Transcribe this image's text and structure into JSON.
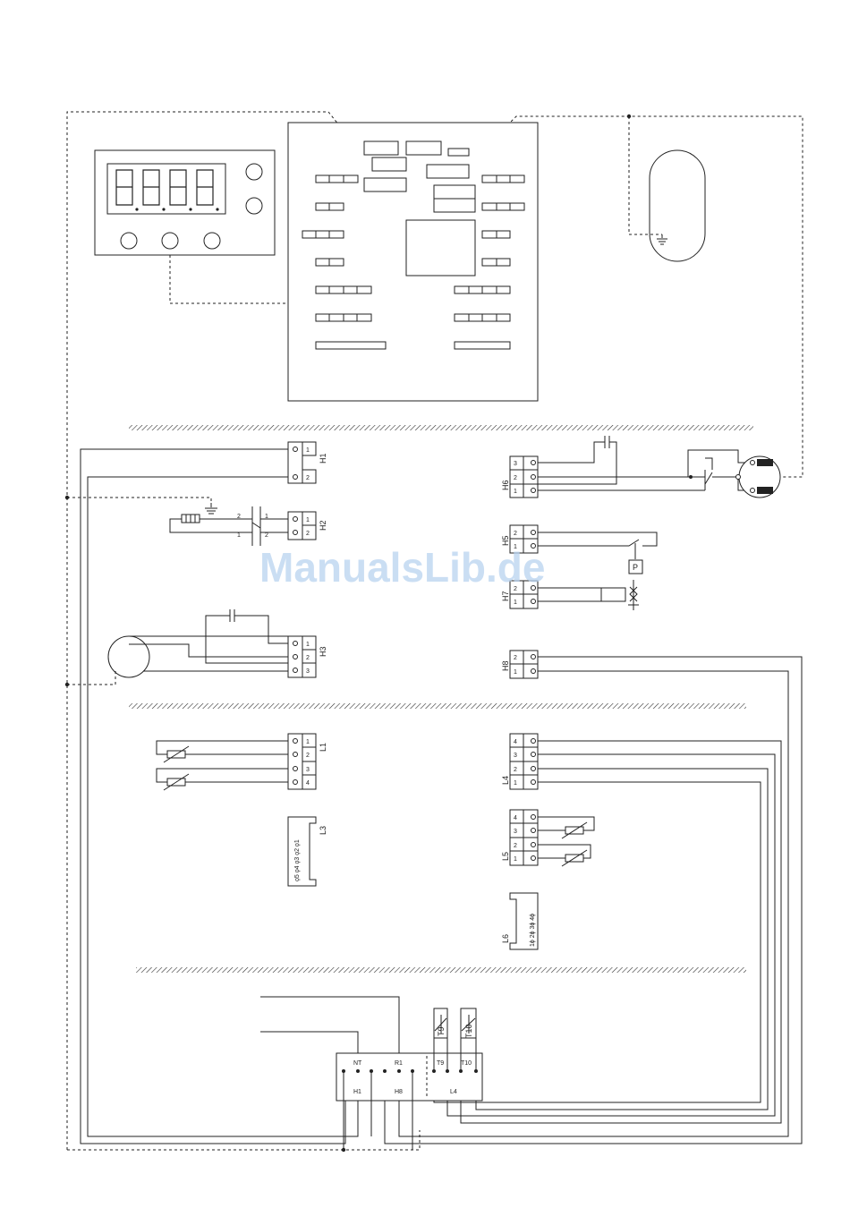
{
  "watermark": "ManualsLib.de",
  "connectors": {
    "H1": {
      "label": "H1",
      "pins": [
        "1",
        "2"
      ]
    },
    "H2": {
      "label": "H2",
      "pins": [
        "1",
        "2"
      ]
    },
    "H3": {
      "label": "H3",
      "pins": [
        "1",
        "2",
        "3"
      ]
    },
    "H5": {
      "label": "H5",
      "pins": [
        "2",
        "1"
      ]
    },
    "H6": {
      "label": "H6",
      "pins": [
        "3",
        "2",
        "1"
      ]
    },
    "H7": {
      "label": "H7",
      "pins": [
        "2",
        "1"
      ]
    },
    "H8": {
      "label": "H8",
      "pins": [
        "2",
        "1"
      ]
    },
    "L1": {
      "label": "L1",
      "pins": [
        "1",
        "2",
        "3",
        "4"
      ]
    },
    "L3": {
      "label": "L3",
      "pins": "ϙ5 ϙ4 ϙ3 ϙ2 ϙ1"
    },
    "L4": {
      "label": "L4",
      "pins": [
        "4",
        "3",
        "2",
        "1"
      ]
    },
    "L5": {
      "label": "L5",
      "pins": [
        "4",
        "3",
        "2",
        "1"
      ]
    },
    "L6": {
      "label": "L6",
      "pins": "1ϕ 2ϕ 3ϕ 4ϕ"
    }
  },
  "h2_pin_marks": {
    "a": "2",
    "b": "1",
    "c": "1",
    "d": "2"
  },
  "pressure_label": "P",
  "sensors": {
    "t9": "T9",
    "t10": "T10"
  },
  "terminal_block": {
    "top": [
      "NT",
      "R1",
      "T9",
      "T10"
    ],
    "bottom": [
      "H1",
      "H8",
      "L4"
    ]
  },
  "colors": {
    "line": "#222222",
    "watermark": "#b9d3f0"
  }
}
